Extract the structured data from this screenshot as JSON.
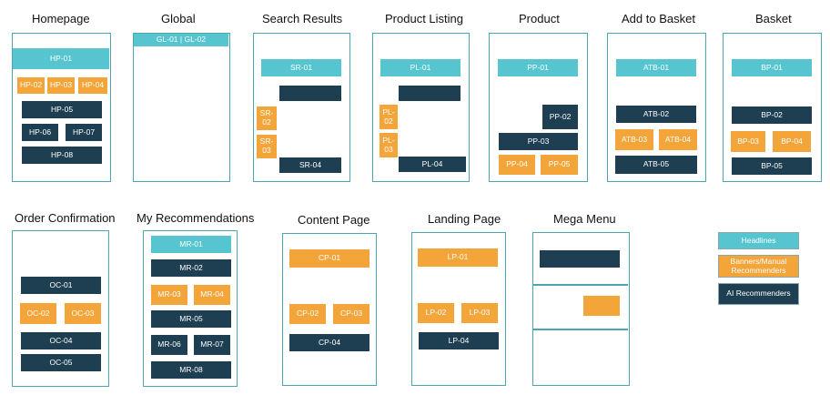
{
  "colors": {
    "headline": "#56c5d0",
    "banner": "#f4a53a",
    "ai": "#1e3f52",
    "frame": "#4aa6b3"
  },
  "pages": {
    "homepage": {
      "title": "Homepage",
      "blocks": [
        "HP-01",
        "HP-02",
        "HP-03",
        "HP-04",
        "HP-05",
        "HP-06",
        "HP-07",
        "HP-08"
      ]
    },
    "global": {
      "title": "Global",
      "blocks": [
        "GL-01 | GL-02"
      ]
    },
    "search_results": {
      "title": "Search Results",
      "blocks": [
        "SR-01",
        "SR-02",
        "SR-03",
        "SR-04"
      ]
    },
    "product_listing": {
      "title": "Product Listing",
      "blocks": [
        "PL-01",
        "PL-02",
        "PL-03",
        "PL-04"
      ]
    },
    "product": {
      "title": "Product",
      "blocks": [
        "PP-01",
        "PP-02",
        "PP-03",
        "PP-04",
        "PP-05"
      ]
    },
    "add_to_basket": {
      "title": "Add to Basket",
      "blocks": [
        "ATB-01",
        "ATB-02",
        "ATB-03",
        "ATB-04",
        "ATB-05"
      ]
    },
    "basket": {
      "title": "Basket",
      "blocks": [
        "BP-01",
        "BP-02",
        "BP-03",
        "BP-04",
        "BP-05"
      ]
    },
    "order_confirmation": {
      "title": "Order Confirmation",
      "blocks": [
        "OC-01",
        "OC-02",
        "OC-03",
        "OC-04",
        "OC-05"
      ]
    },
    "my_recommendations": {
      "title": "My Recommendations",
      "blocks": [
        "MR-01",
        "MR-02",
        "MR-03",
        "MR-04",
        "MR-05",
        "MR-06",
        "MR-07",
        "MR-08"
      ]
    },
    "content_page": {
      "title": "Content Page",
      "blocks": [
        "CP-01",
        "CP-02",
        "CP-03",
        "CP-04"
      ]
    },
    "landing_page": {
      "title": "Landing Page",
      "blocks": [
        "LP-01",
        "LP-02",
        "LP-03",
        "LP-04"
      ]
    },
    "mega_menu": {
      "title": "Mega Menu"
    }
  },
  "legend": {
    "headlines": "Headlines",
    "banners": "Banners/Manual Recommenders",
    "ai": "AI Recommenders"
  }
}
